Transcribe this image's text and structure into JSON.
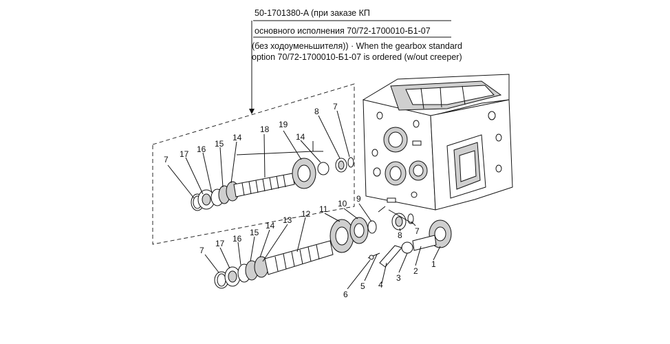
{
  "header": {
    "line1": "50-1701380-A (при  заказе КП",
    "line2": "основного исполнения 70/72-1700010-Б1-07",
    "line3": "(без ходоуменьшителя)) · When the gearbox standard",
    "line4": "option 70/72-1700010-Б1-07 is ordered (w/out creeper)"
  },
  "callouts": {
    "c7_upper_left": "7",
    "c17_upper": "17",
    "c16_upper": "16",
    "c15_upper": "15",
    "c14_upper_left": "14",
    "c18": "18",
    "c19": "19",
    "c14_upper_right": "14",
    "c8_upper": "8",
    "c7_upper_right": "7",
    "c13": "13",
    "c12": "12",
    "c11": "11",
    "c10": "10",
    "c9": "9",
    "c15_lower": "15",
    "c14_lower": "14",
    "c16_lower": "16",
    "c17_lower": "17",
    "c7_lower_left": "7",
    "c8_mid": "8",
    "c7_mid": "7",
    "c1": "1",
    "c2": "2",
    "c3": "3",
    "c4": "4",
    "c5": "5",
    "c6": "6"
  }
}
